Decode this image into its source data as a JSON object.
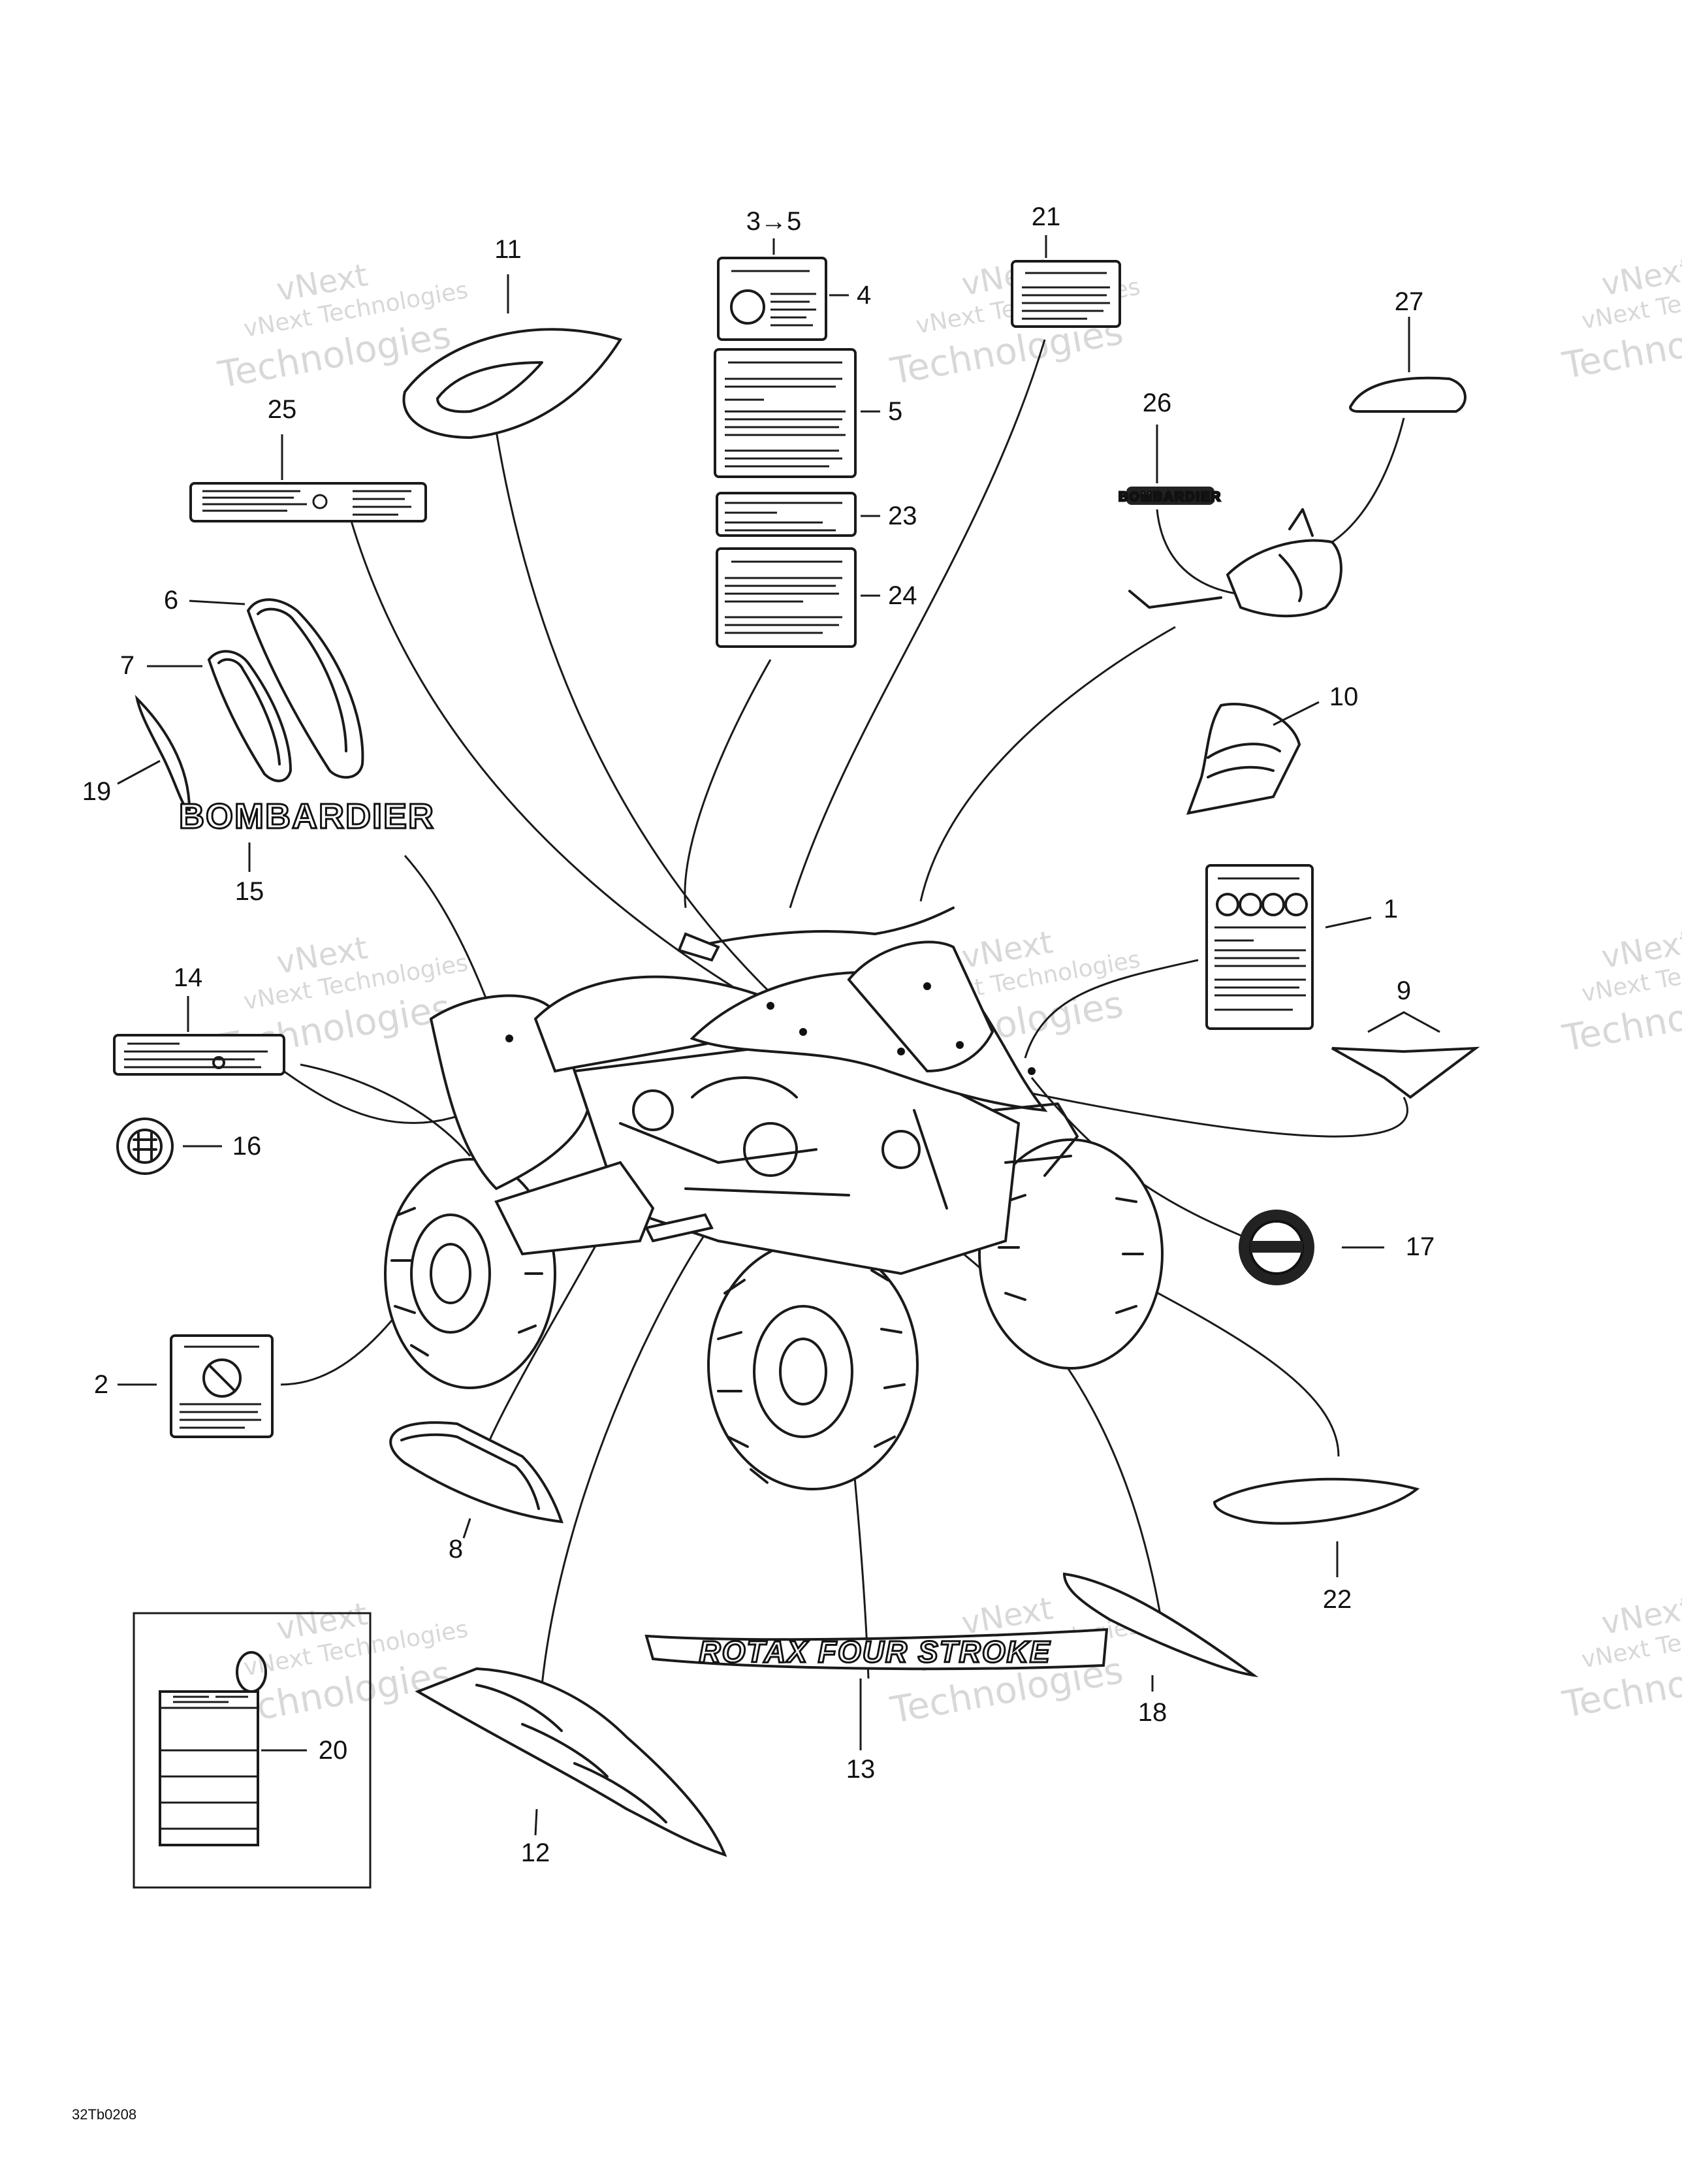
{
  "watermark": {
    "line1": "vNext",
    "line2": "vNext Technologies",
    "line3": "Technologies"
  },
  "callouts": {
    "c1": "1",
    "c2": "2",
    "c3to5": "3→5",
    "c4": "4",
    "c5": "5",
    "c6": "6",
    "c7": "7",
    "c8": "8",
    "c9": "9",
    "c10": "10",
    "c11": "11",
    "c12": "12",
    "c13": "13",
    "c14": "14",
    "c15": "15",
    "c16": "16",
    "c17": "17",
    "c18": "18",
    "c19": "19",
    "c20": "20",
    "c21": "21",
    "c22": "22",
    "c23": "23",
    "c24": "24",
    "c25": "25",
    "c26": "26",
    "c27": "27"
  },
  "decals": {
    "bombardier_large": "BOMBARDIER",
    "bombardier_small": "BOMBARDIER",
    "rotax": "ROTAX FOUR STROKE"
  },
  "figure_code": "32Tb0208"
}
